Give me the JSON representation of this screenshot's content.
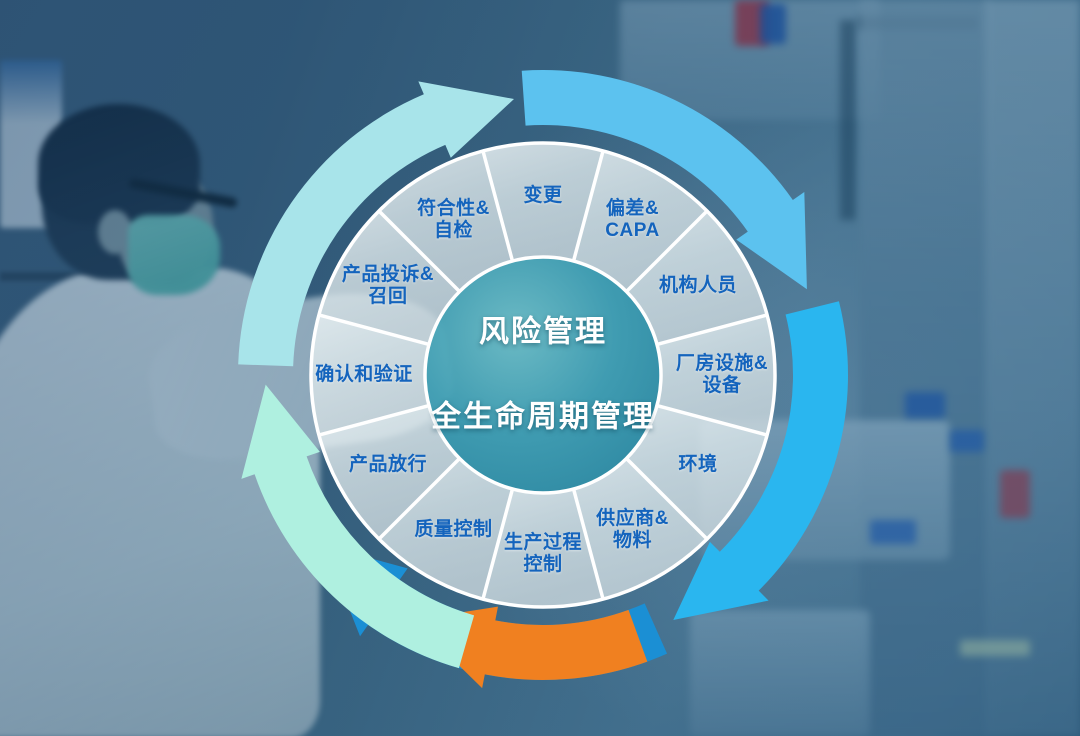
{
  "diagram": {
    "title": "风险管理全生命周期管理",
    "center": {
      "line1": "风险管理",
      "line2": "全生命周期管理",
      "text_color": "#ffffff",
      "fill_color": "#3a9aac"
    },
    "segment_text_color": "#1464bd",
    "segment_fill_color": "#dfe8ec",
    "divider_color": "#ffffff",
    "segments": [
      {
        "id": "change",
        "label": "变更",
        "angle_deg": 0
      },
      {
        "id": "deviation-capa",
        "label": "偏差&\nCAPA",
        "angle_deg": 30
      },
      {
        "id": "organization",
        "label": "机构人员",
        "angle_deg": 60
      },
      {
        "id": "facility-equipment",
        "label": "厂房设施&\n设备",
        "angle_deg": 90
      },
      {
        "id": "environment",
        "label": "环境",
        "angle_deg": 120
      },
      {
        "id": "supplier-material",
        "label": "供应商&\n物料",
        "angle_deg": 150
      },
      {
        "id": "production-control",
        "label": "生产过程\n控制",
        "angle_deg": 180
      },
      {
        "id": "quality-control",
        "label": "质量控制",
        "angle_deg": 210
      },
      {
        "id": "product-release",
        "label": "产品放行",
        "angle_deg": 240
      },
      {
        "id": "qualification",
        "label": "确认和验证",
        "angle_deg": 270
      },
      {
        "id": "complaint-recall",
        "label": "产品投诉&\n召回",
        "angle_deg": 300
      },
      {
        "id": "compliance-audit",
        "label": "符合性&\n自检",
        "angle_deg": 330
      }
    ],
    "arrows": [
      {
        "id": "arrow-top",
        "color": "#a8e4ea",
        "start_deg": -88,
        "end_deg": -6
      },
      {
        "id": "arrow-right",
        "color": "#5cc2ef",
        "start_deg": -4,
        "end_deg": 72
      },
      {
        "id": "arrow-bottom-right",
        "color": "#2ab6ef",
        "start_deg": 76,
        "end_deg": 152
      },
      {
        "id": "arrow-bottom-left",
        "color": "#1b8fd4",
        "start_deg": 156,
        "end_deg": 232
      },
      {
        "id": "arrow-left",
        "color": "#f08020",
        "start_deg": 160,
        "end_deg": 208
      },
      {
        "id": "arrow-top-left",
        "color": "#aff0e0",
        "start_deg": 196,
        "end_deg": 268
      }
    ]
  },
  "background": {
    "scene": "pharmaceutical-cleanroom-laboratory",
    "tint_color": "#17557a"
  }
}
